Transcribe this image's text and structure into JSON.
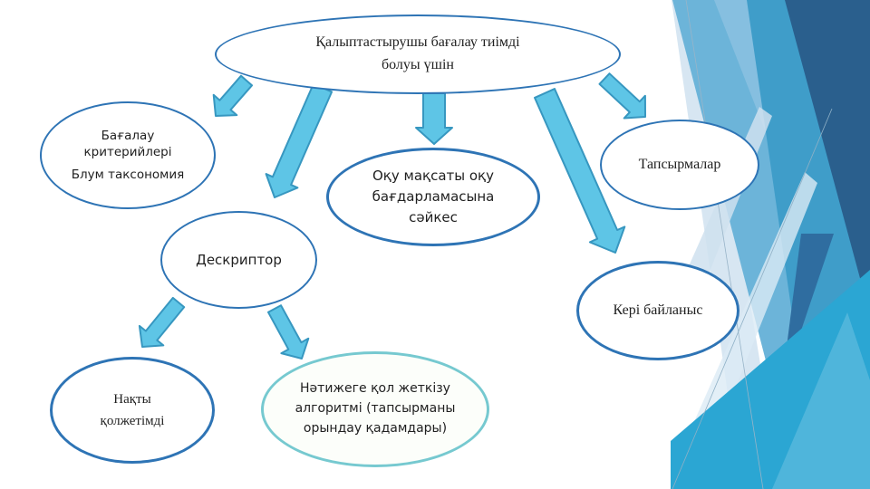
{
  "slide": {
    "root_bubble": {
      "line1": "Қалыптастырушы бағалау тиімді",
      "line2": "болуы үшін"
    },
    "bubbles": {
      "criteria": {
        "para1": "Бағалау критерийлері",
        "para2": "Блум таксономия"
      },
      "goal": {
        "text": "Оқу мақсаты  оқу бағдарламасына сәйкес"
      },
      "tasks": {
        "text": "Тапсырмалар"
      },
      "descriptor": {
        "text": "Дескриптор"
      },
      "feedback": {
        "text": "Кері байланыс"
      },
      "specific": {
        "text": "Нақты қолжетімді"
      },
      "algorithm": {
        "text": "Нәтижеге қол жеткізу алгоритмі (тапсырманы орындау қадамдары)"
      }
    },
    "colors": {
      "bubble_outline": "#2e74b5",
      "algorithm_outline": "#76c9d0",
      "arrow_fill": "#5ec5e6",
      "arrow_stroke": "#3797c0",
      "decor_light_blue": "#6cb4d9",
      "decor_medium_blue": "#3f9dc9",
      "decor_dark_blue": "#2a5f8d",
      "decor_teal": "#2ba6d3"
    }
  }
}
